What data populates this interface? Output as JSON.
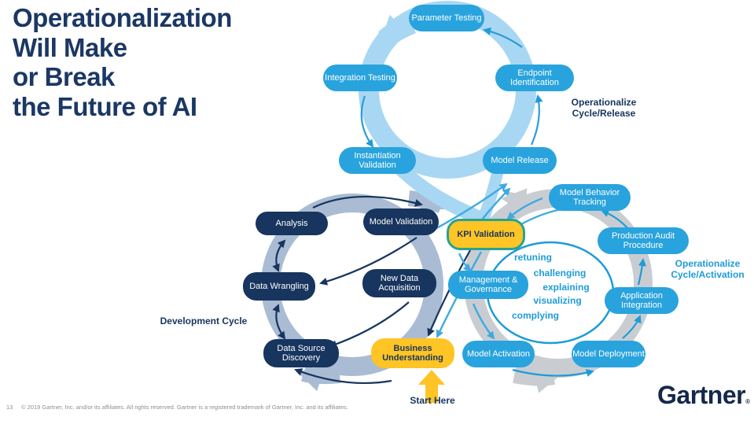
{
  "title": {
    "l1": "Operationalization",
    "l2": "Will Make",
    "l3": "or Break",
    "l4": "the Future of AI"
  },
  "nodes": {
    "parameter_testing": "Parameter Testing",
    "endpoint_identification": "Endpoint Identification",
    "model_release": "Model Release",
    "instantiation_validation": "Instantiation Validation",
    "integration_testing": "Integration Testing",
    "analysis": "Analysis",
    "model_validation": "Model Validation",
    "data_wrangling": "Data Wrangling",
    "new_data_acquisition": "New Data Acquisition",
    "data_source_discovery": "Data Source Discovery",
    "business_understanding": "Business Understanding",
    "kpi_validation": "KPI Validation",
    "management_governance": "Management & Governance",
    "model_behavior_tracking": "Model Behavior Tracking",
    "production_audit_procedure": "Production Audit Procedure",
    "application_integration": "Application Integration",
    "model_deployment": "Model Deployment",
    "model_activation": "Model Activation"
  },
  "labels": {
    "release_cycle": "Operationalize Cycle/Release",
    "activation_cycle": "Operationalize Cycle/Activation",
    "development_cycle": "Development Cycle",
    "start_here": "Start Here"
  },
  "inner_circle": {
    "words": [
      "retuning",
      "challenging",
      "explaining",
      "visualizing",
      "complying"
    ]
  },
  "footer": {
    "page_number": "13",
    "copyright": "© 2019 Gartner, Inc. and/or its affiliates. All rights reserved. Gartner is a registered trademark of Gartner, Inc. and its affiliates."
  },
  "logo": {
    "text": "Gartner",
    "registered": "®"
  },
  "colors": {
    "title_navy": "#1B3764",
    "node_navy": "#17355E",
    "node_blue": "#29A3DD",
    "ring_light_blue": "#A8D7F3",
    "ring_slate": "#A9BCD4",
    "ring_gray": "#C9CDD2",
    "accent_yellow": "#FFC425",
    "kpi_border_teal": "#27A393",
    "label_blue": "#1E9CD7",
    "footer_gray": "#8A8F94",
    "logo_navy": "#13294B"
  }
}
